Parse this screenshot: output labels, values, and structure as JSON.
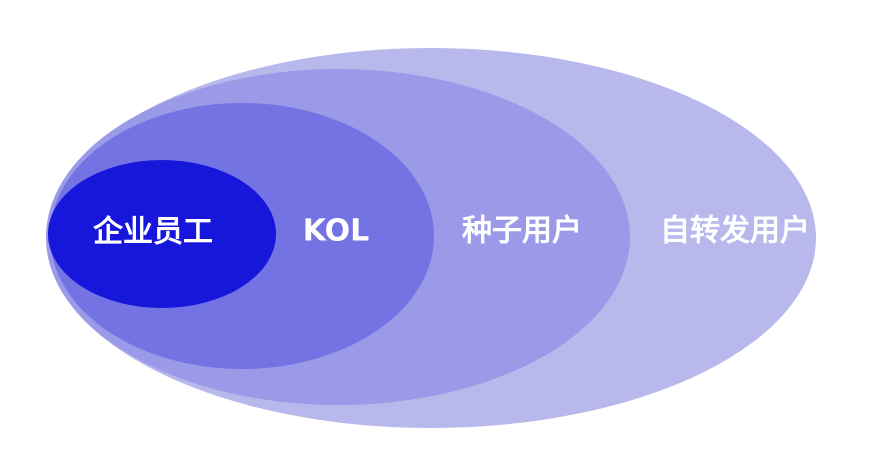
{
  "layers": [
    {
      "label": "自转发用户",
      "color": "#b8b8ec"
    },
    {
      "label": "种子用户",
      "color": "#9a9ae8"
    },
    {
      "label": "KOL",
      "color": "#7373e4"
    },
    {
      "label": "企业员工",
      "color": "#1717dc"
    }
  ]
}
